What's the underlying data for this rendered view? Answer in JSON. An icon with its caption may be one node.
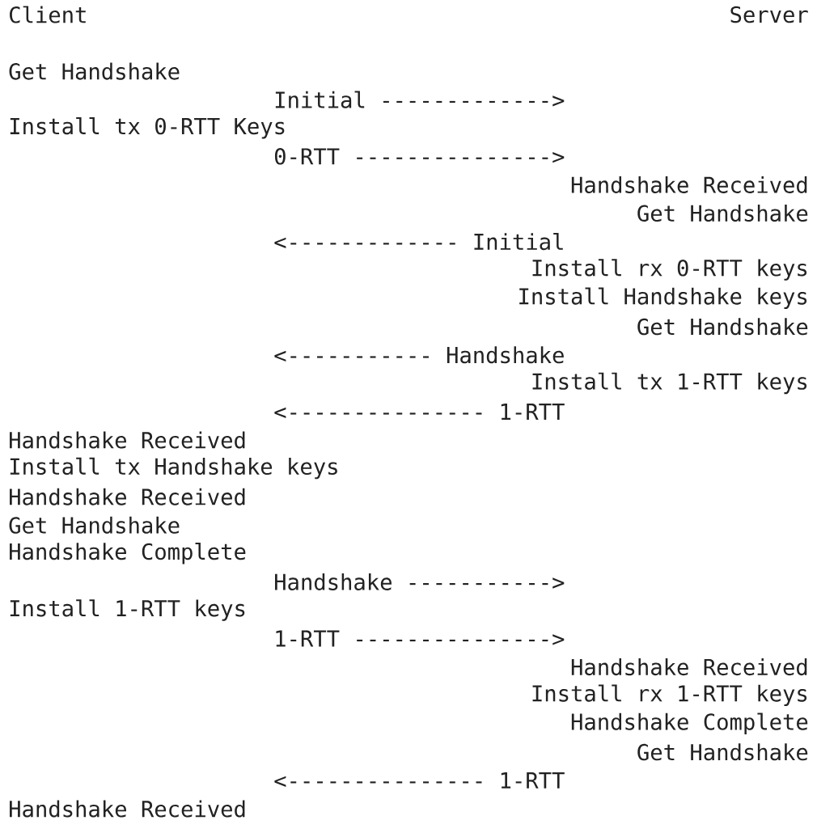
{
  "diagram": {
    "labels": [
      "Client",
      "Server",
      "Get Handshake",
      "Initial ------------->",
      "Install tx 0-RTT Keys",
      "0-RTT --------------->",
      "Handshake Received",
      "Get Handshake",
      "<------------- Initial",
      "Install rx 0-RTT keys",
      "Install Handshake keys",
      "Get Handshake",
      "<----------- Handshake",
      "Install tx 1-RTT keys",
      "<--------------- 1-RTT",
      "Handshake Received",
      "Install tx Handshake keys",
      "Handshake Received",
      "Get Handshake",
      "Handshake Complete",
      "Handshake ----------->",
      "Install 1-RTT keys",
      "1-RTT --------------->",
      "Handshake Received",
      "Install rx 1-RTT keys",
      "Handshake Complete",
      "Get Handshake",
      "<--------------- 1-RTT",
      "Handshake Received"
    ]
  }
}
